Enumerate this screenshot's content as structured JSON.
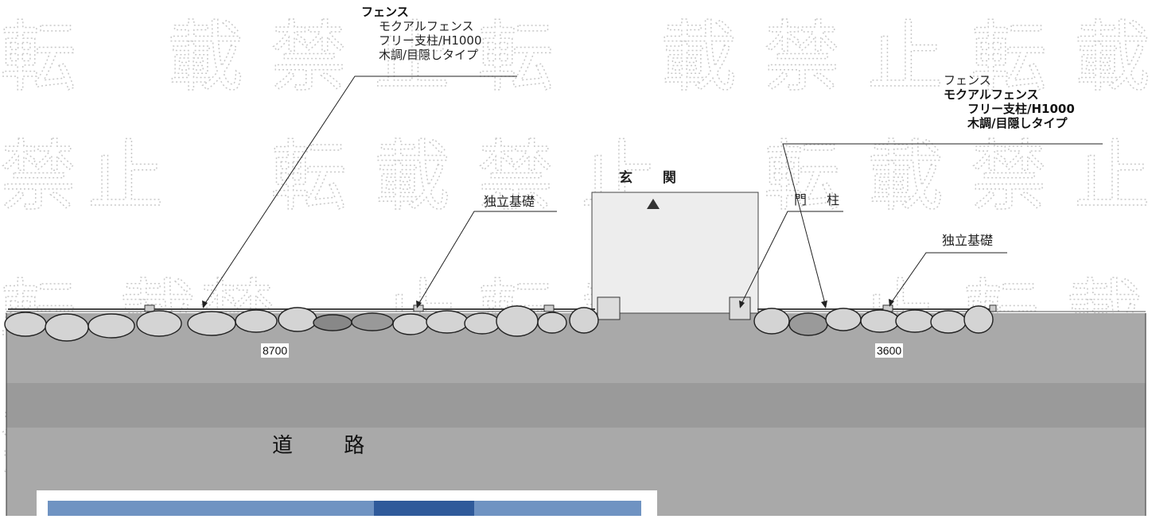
{
  "fence_left": {
    "line1": "フェンス",
    "line2": "モクアルフェンス",
    "line3": "フリー支柱/H1000",
    "line4": "木調/目隠しタイプ"
  },
  "fence_right": {
    "line1": "フェンス",
    "line2": "モクアルフェンス",
    "line3": "フリー支柱/H1000",
    "line4": "木調/目隠しタイプ"
  },
  "foundation_left": "独立基礎",
  "foundation_right": "独立基礎",
  "entrance": "玄 関",
  "gate_pillar": "門 柱",
  "dim_left": "8700",
  "dim_right": "3600",
  "road": "道 路",
  "watermark": "転載禁止"
}
